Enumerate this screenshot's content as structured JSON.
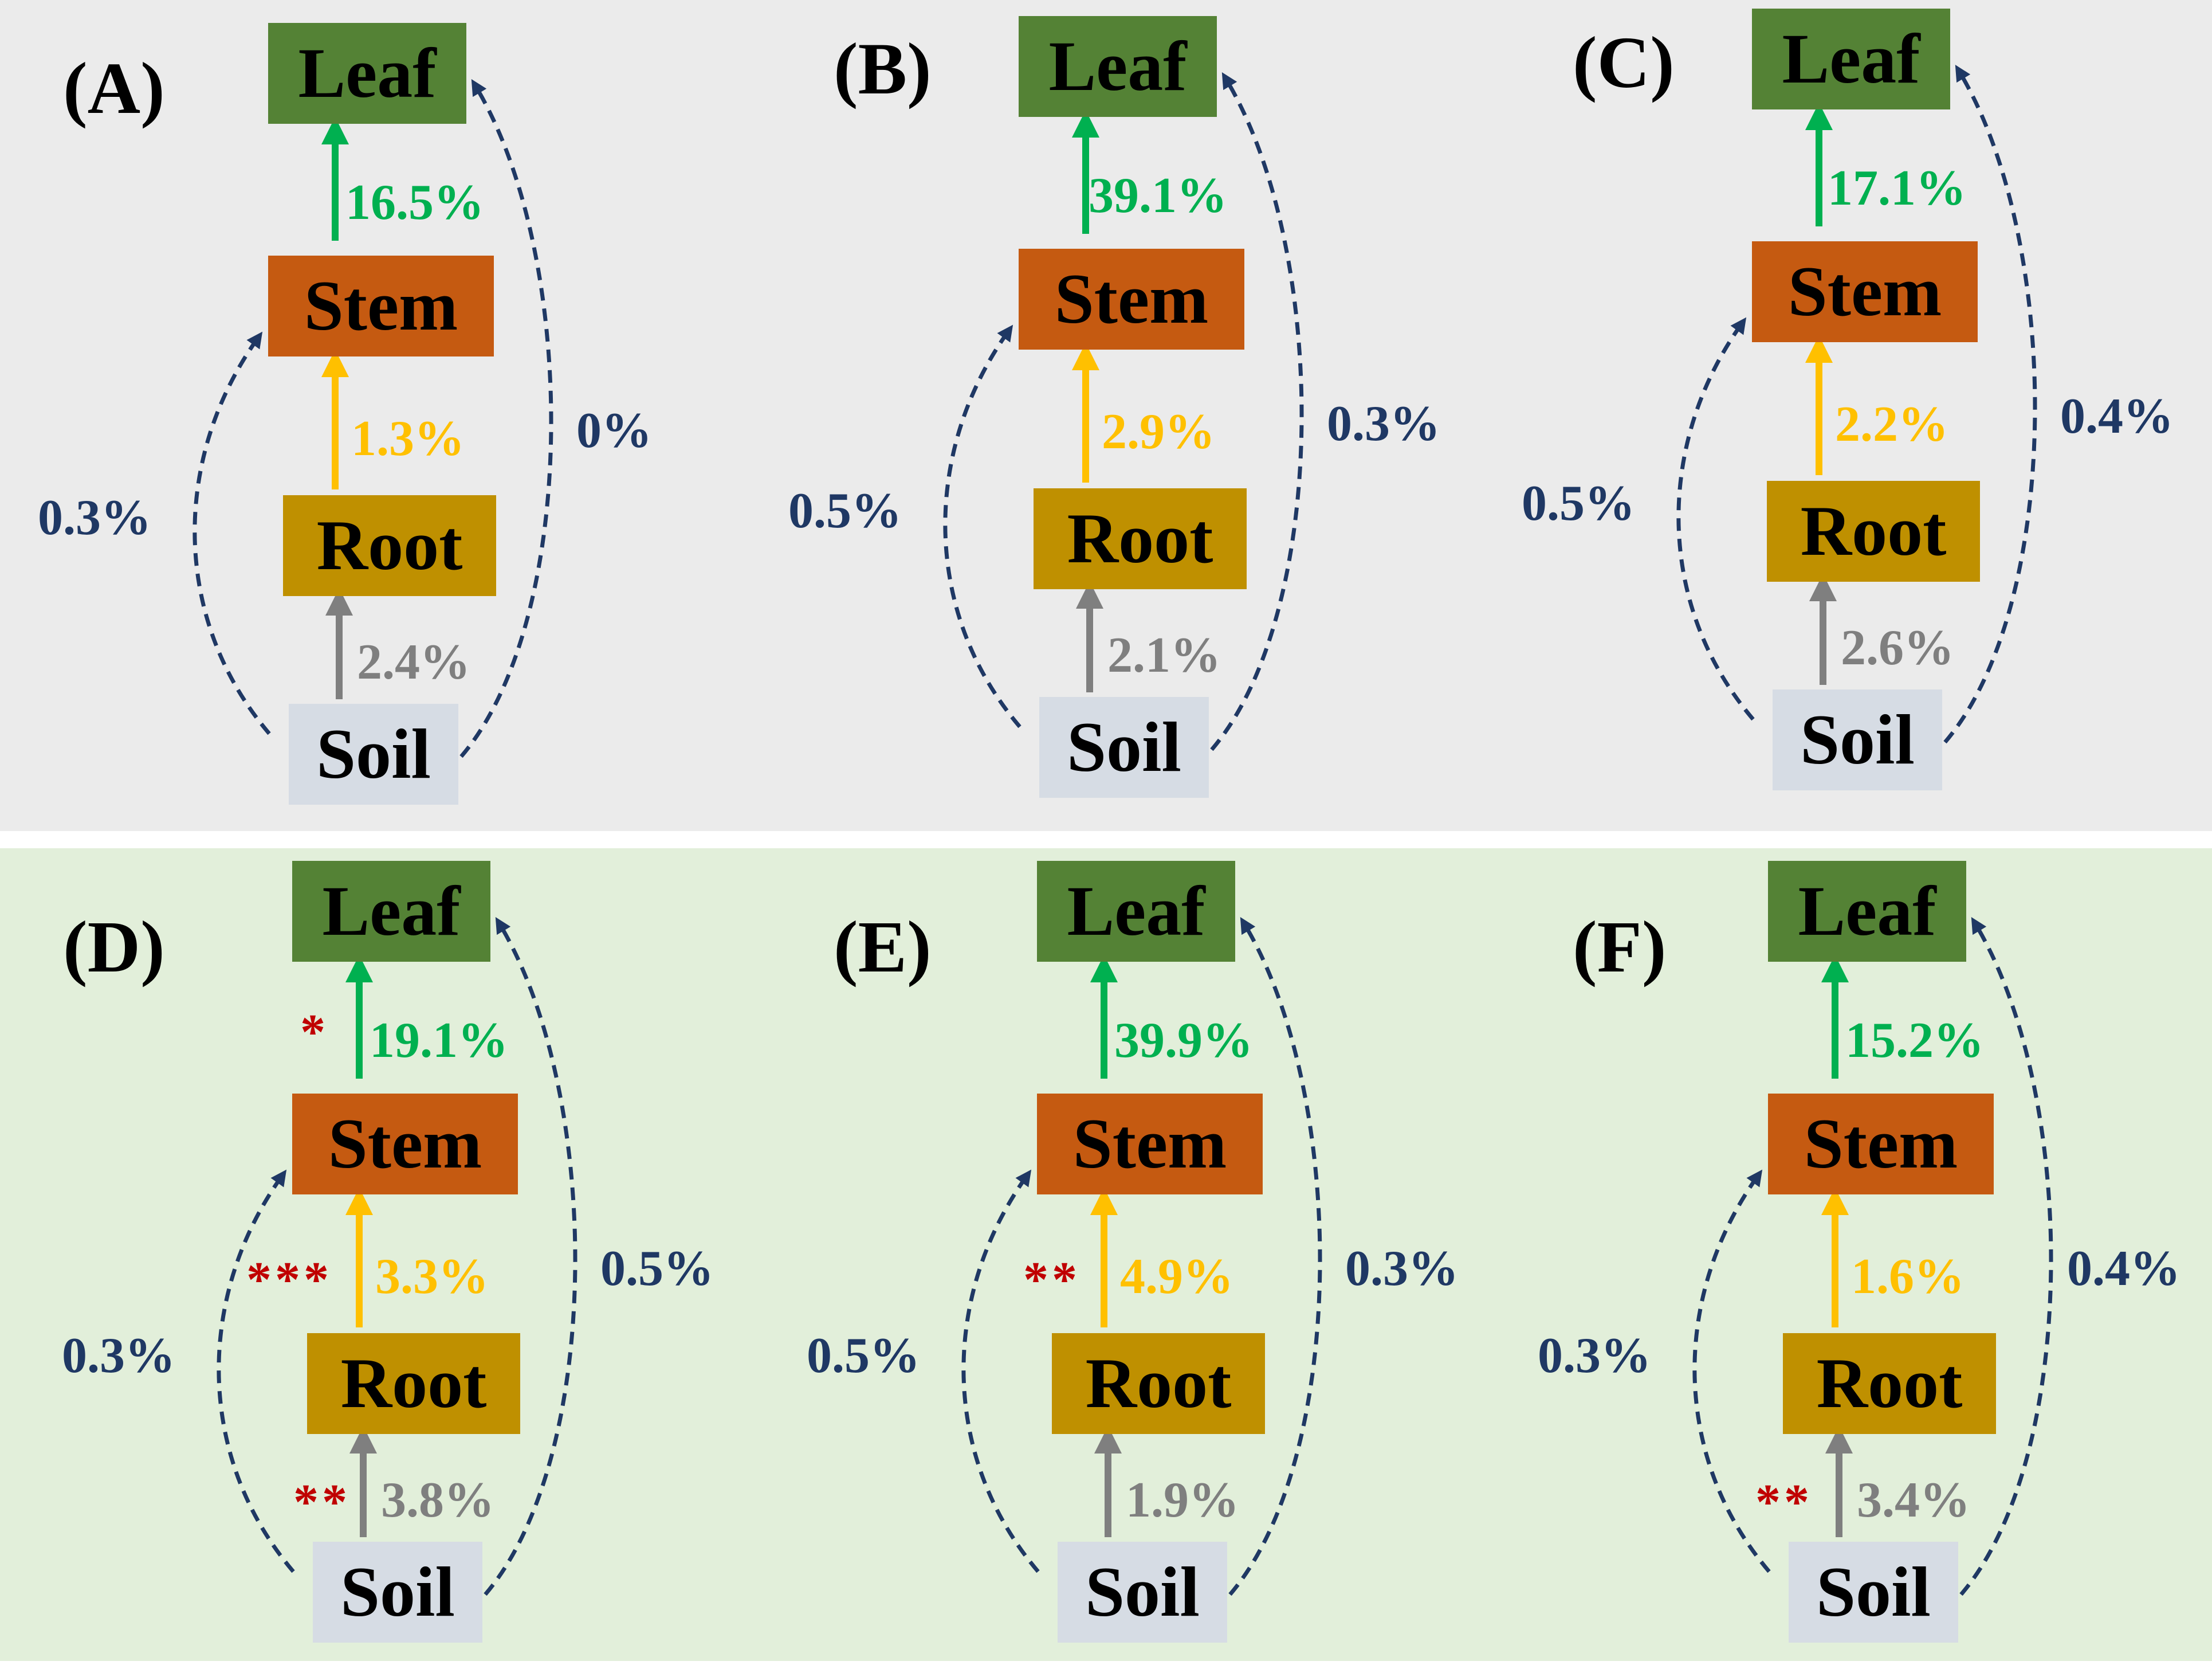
{
  "colors": {
    "top_band": "#ebebeb",
    "bottom_band": "#e2efda",
    "leaf": "#548235",
    "stem": "#c55a11",
    "root": "#bf9000",
    "soil": "#d6dce4",
    "leaf_stem_arrow": "#00b050",
    "stem_root_arrow": "#ffc000",
    "root_soil_arrow": "#7f7f7f",
    "bypass": "#1f3864",
    "significance": "#c00000"
  },
  "node_labels": {
    "leaf": "Leaf",
    "stem": "Stem",
    "root": "Root",
    "soil": "Soil"
  },
  "panels": [
    {
      "label": "(A)",
      "stem_to_leaf": "16.5%",
      "root_to_stem": "1.3%",
      "soil_to_root": "2.4%",
      "soil_to_stem": "0.3%",
      "soil_to_leaf": "0%",
      "sig_stem_leaf": "",
      "sig_root_stem": "",
      "sig_soil_root": ""
    },
    {
      "label": "(B)",
      "stem_to_leaf": "39.1%",
      "root_to_stem": "2.9%",
      "soil_to_root": "2.1%",
      "soil_to_stem": "0.5%",
      "soil_to_leaf": "0.3%",
      "sig_stem_leaf": "",
      "sig_root_stem": "",
      "sig_soil_root": ""
    },
    {
      "label": "(C)",
      "stem_to_leaf": "17.1%",
      "root_to_stem": "2.2%",
      "soil_to_root": "2.6%",
      "soil_to_stem": "0.5%",
      "soil_to_leaf": "0.4%",
      "sig_stem_leaf": "",
      "sig_root_stem": "",
      "sig_soil_root": ""
    },
    {
      "label": "(D)",
      "stem_to_leaf": "19.1%",
      "root_to_stem": "3.3%",
      "soil_to_root": "3.8%",
      "soil_to_stem": "0.3%",
      "soil_to_leaf": "0.5%",
      "sig_stem_leaf": "*",
      "sig_root_stem": "***",
      "sig_soil_root": "**"
    },
    {
      "label": "(E)",
      "stem_to_leaf": "39.9%",
      "root_to_stem": "4.9%",
      "soil_to_root": "1.9%",
      "soil_to_stem": "0.5%",
      "soil_to_leaf": "0.3%",
      "sig_stem_leaf": "",
      "sig_root_stem": "**",
      "sig_soil_root": ""
    },
    {
      "label": "(F)",
      "stem_to_leaf": "15.2%",
      "root_to_stem": "1.6%",
      "soil_to_root": "3.4%",
      "soil_to_stem": "0.3%",
      "soil_to_leaf": "0.4%",
      "sig_stem_leaf": "",
      "sig_root_stem": "",
      "sig_soil_root": "**"
    }
  ]
}
